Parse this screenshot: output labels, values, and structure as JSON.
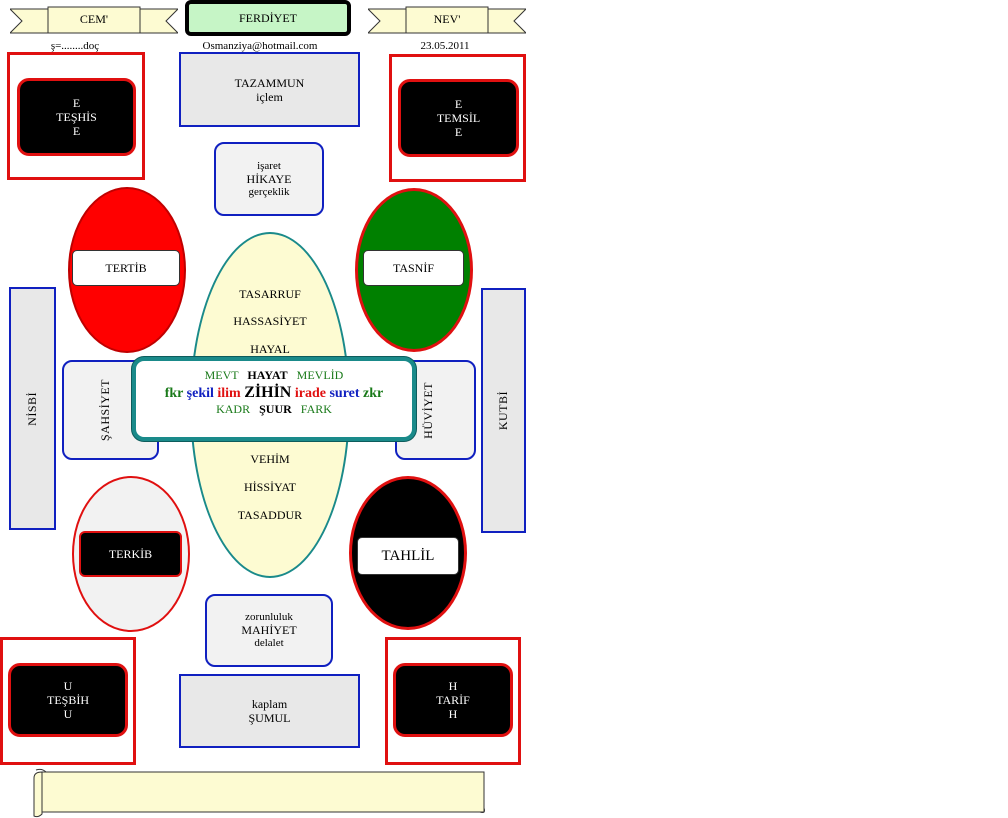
{
  "header": {
    "left_banner": "CEM'",
    "center_title": "FERDİYET",
    "right_banner": "NEV'",
    "left_sub": "ş=........doç",
    "center_sub": "Osmanziya@hotmail.com",
    "right_sub": "23.05.2011"
  },
  "top": {
    "tazammun": [
      "TAZAMMUN",
      "içlem"
    ],
    "isaret": [
      "işaret",
      "HİKAYE",
      "gerçeklik"
    ]
  },
  "corners": {
    "top_left": [
      "E",
      "TEŞHİS",
      "E"
    ],
    "top_right": [
      "E",
      "TEMSİL",
      "E"
    ],
    "bottom_left": [
      "U",
      "TEŞBİH",
      "U"
    ],
    "bottom_right": [
      "H",
      "TARİF",
      "H"
    ]
  },
  "ellipses": {
    "tertib": "TERTİB",
    "tasnif": "TASNİF",
    "terkib": "TERKİB",
    "tahlil": "TAHLİL"
  },
  "sides": {
    "nisbi": "NİSBİ",
    "kutbi": "KUTBİ",
    "sahsiyet": "ŞAHSİYET",
    "huviyet": "HÜVİYET"
  },
  "center_oval": {
    "upper": [
      "TASARRUF",
      "HASSASİYET",
      "HAYAL"
    ],
    "lower": [
      "VEHİM",
      "HİSSİYAT",
      "TASADDUR"
    ]
  },
  "center_box": {
    "row1": [
      "MEVT",
      "HAYAT",
      "MEVLİD"
    ],
    "row2": [
      {
        "t": "fkr",
        "c": "#1a7a1a"
      },
      {
        "t": "şekil",
        "c": "#1020c0"
      },
      {
        "t": "ilim",
        "c": "#e01010"
      },
      {
        "t": "ZİHİN",
        "c": "#000000"
      },
      {
        "t": "irade",
        "c": "#e01010"
      },
      {
        "t": "suret",
        "c": "#1020c0"
      },
      {
        "t": "zkr",
        "c": "#1a7a1a"
      }
    ],
    "row3": [
      "KADR",
      "ŞUUR",
      "FARK"
    ]
  },
  "bottom": {
    "zorunluluk": [
      "zorunluluk",
      "MAHİYET",
      "delalet"
    ],
    "kaplam": [
      "kaplam",
      "ŞUMUL"
    ]
  },
  "colors": {
    "red": "#ff0000",
    "green": "#008000",
    "black": "#000000",
    "cream_oval": "#fdfbd2",
    "teal": "#1a8a8a",
    "blue": "#1020c0",
    "scroll": "#fdfbd2"
  }
}
